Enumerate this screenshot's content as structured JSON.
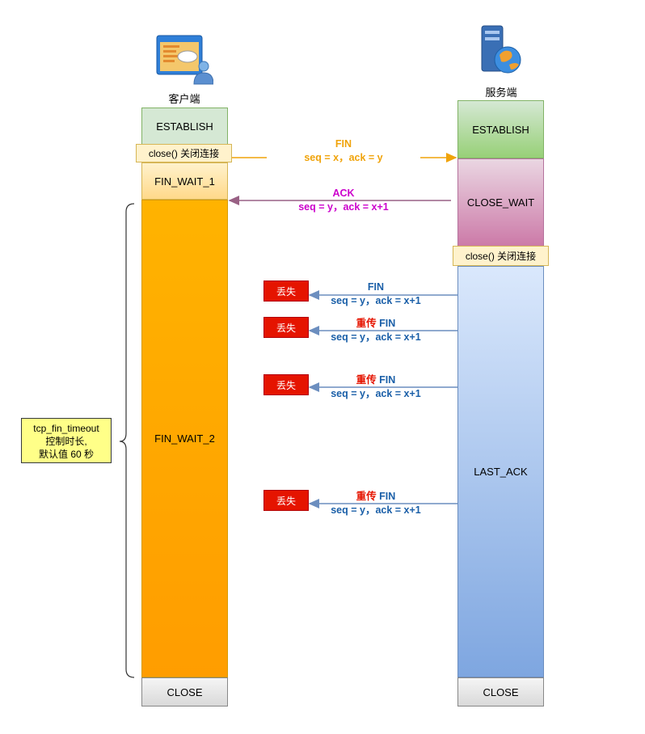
{
  "client": {
    "label": "客户端",
    "states": {
      "establish": "ESTABLISH",
      "close_call": "close() 关闭连接",
      "fin_wait_1": "FIN_WAIT_1",
      "fin_wait_2": "FIN_WAIT_2",
      "close": "CLOSE"
    }
  },
  "server": {
    "label": "服务端",
    "states": {
      "establish": "ESTABLISH",
      "close_wait": "CLOSE_WAIT",
      "close_call": "close() 关闭连接",
      "last_ack": "LAST_ACK",
      "close": "CLOSE"
    }
  },
  "messages": [
    {
      "title": "FIN",
      "detail": "seq = x，ack = y",
      "color": "#f0a30a"
    },
    {
      "title": "ACK",
      "detail": "seq = y，ack = x+1",
      "color": "#cc00cc"
    },
    {
      "title": "FIN",
      "detail": "seq = y，ack = x+1",
      "color": "#1a5fa8"
    },
    {
      "prefix": "重传",
      "title": "FIN",
      "detail": "seq = y，ack = x+1",
      "color": "#1a5fa8"
    },
    {
      "prefix": "重传",
      "title": "FIN",
      "detail": "seq = y，ack = x+1",
      "color": "#1a5fa8"
    },
    {
      "prefix": "重传",
      "title": "FIN",
      "detail": "seq = y，ack = x+1",
      "color": "#1a5fa8"
    }
  ],
  "lost_label": "丢失",
  "timeout_note": {
    "line1": "tcp_fin_timeout",
    "line2": "控制时长,",
    "line3": "默认值 60 秒"
  },
  "colors": {
    "establish": "#d5e8d4",
    "fin_wait_1": "#fff2cc",
    "fin_wait_2": "#ffb000",
    "close_wait": "#e6d0de",
    "last_ack": "#dae8fc",
    "close": "#f5f5f5",
    "retransmit": "#e51400",
    "arrow_blue": "#6c8ebf"
  },
  "icons": {
    "client": "client-computer-icon",
    "server": "server-globe-icon"
  }
}
